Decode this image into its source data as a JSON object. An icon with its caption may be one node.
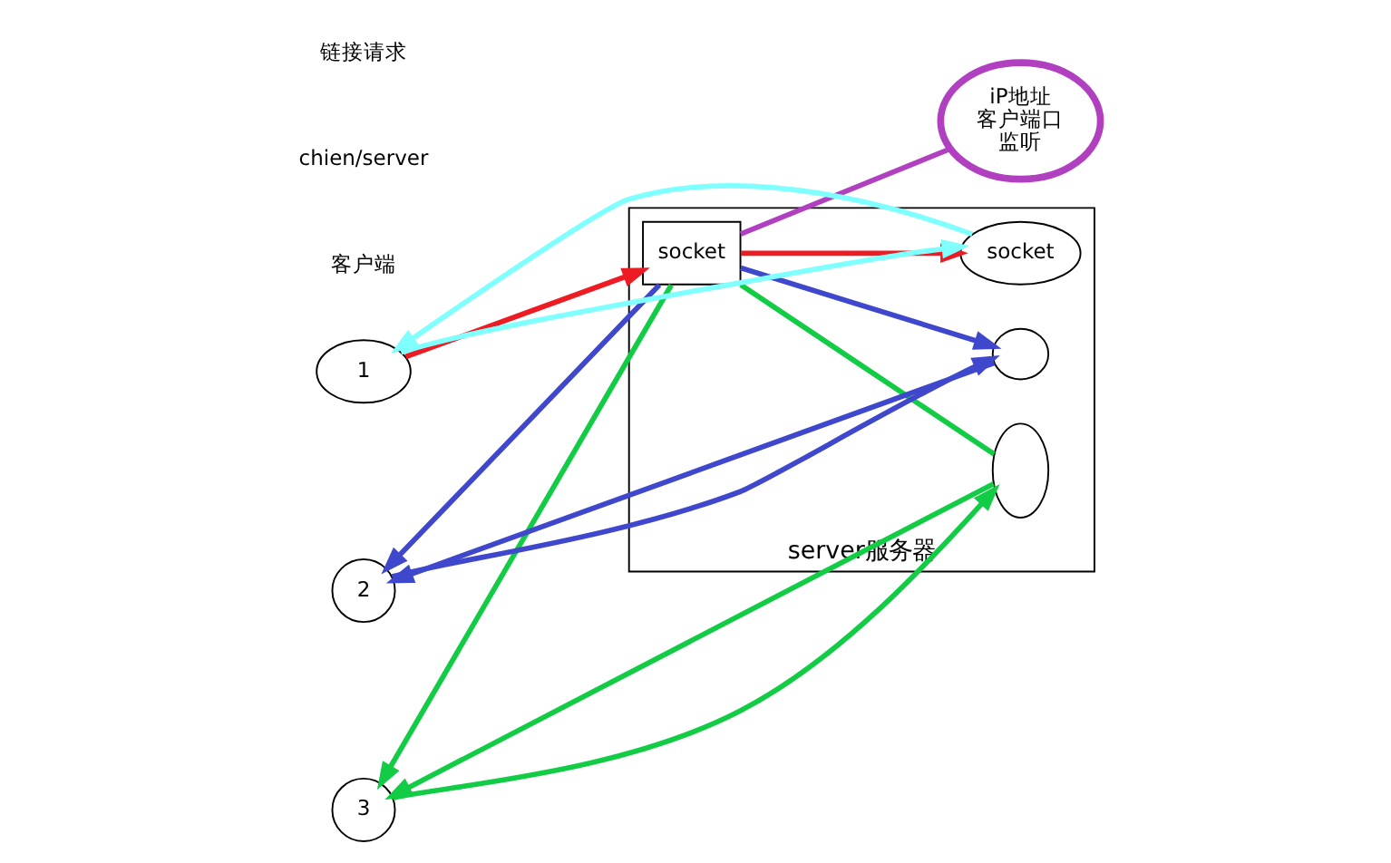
{
  "diagram": {
    "nodes": [
      {
        "text": [
          "server服务器"
        ]
      },
      {
        "text": [
          "socket"
        ],
        "in": 0
      },
      {
        "text": [
          "socket"
        ],
        "in": 0
      },
      {
        "text": [],
        "shape": "circle",
        "in": 0
      },
      {
        "text": [],
        "shape": "circle",
        "in": 0
      },
      {
        "text": [
          "1"
        ]
      },
      {
        "text": [
          "2"
        ]
      },
      {
        "text": [
          "3"
        ]
      },
      {
        "text": [
          "iP地址",
          "客户端口",
          "监听"
        ]
      }
    ],
    "edges": [
      {
        "from": 5,
        "to": 1,
        "arrow": "to",
        "color": "#ed1c24"
      },
      {
        "from": 1,
        "to": 2,
        "arrow": "to",
        "color": "#ed1c24"
      },
      {
        "from": 2,
        "to": 5,
        "arrow": "to",
        "color": "#80ffff"
      },
      {
        "from": 5,
        "to": 2,
        "arrow": "to",
        "color": "#80ffff"
      },
      {
        "from": 1,
        "to": 3,
        "arrow": "to",
        "color": "#3f48cc"
      },
      {
        "from": 1,
        "to": 6,
        "arrow": "to",
        "color": "#3f48cc"
      },
      {
        "from": 3,
        "to": 6,
        "arrow": "to",
        "color": "#3f48cc"
      },
      {
        "from": 6,
        "to": 3,
        "arrow": "to",
        "color": "#3f48cc"
      },
      {
        "from": 1,
        "to": 4,
        "arrow": "none",
        "color": "#11cc44"
      },
      {
        "from": 1,
        "to": 7,
        "arrow": "to",
        "color": "#11cc44"
      },
      {
        "from": 4,
        "to": 7,
        "arrow": "to",
        "color": "#11cc44"
      },
      {
        "from": 7,
        "to": 4,
        "arrow": "to",
        "color": "#11cc44"
      },
      {
        "from": 1,
        "to": 8,
        "arrow": "none",
        "color": "#b040c0"
      }
    ],
    "labels": [
      "客户端",
      "chien/server",
      "链接请求"
    ]
  }
}
